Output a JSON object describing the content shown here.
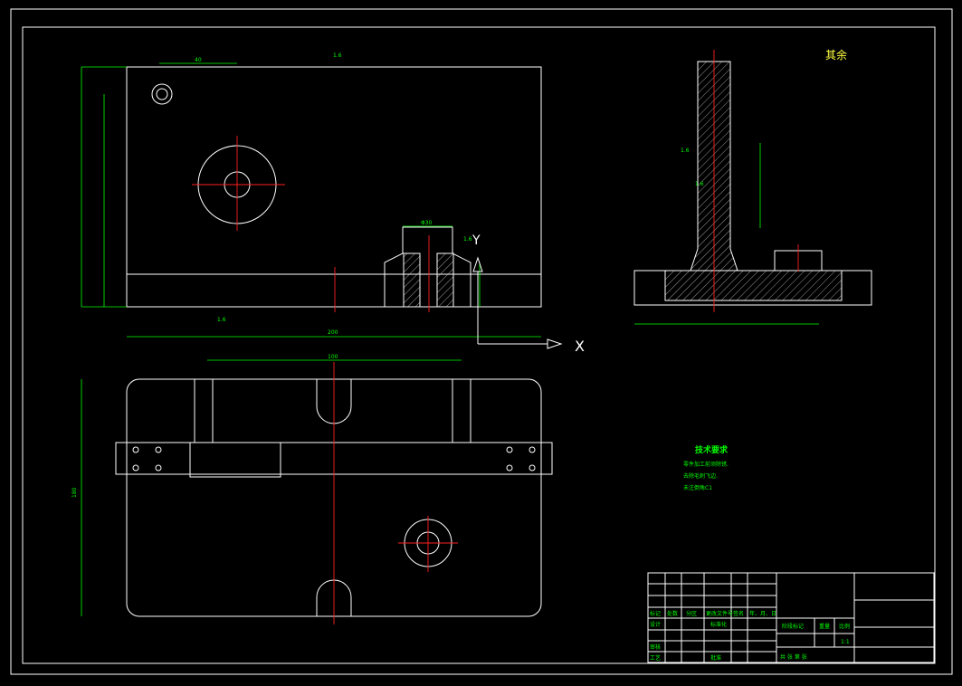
{
  "views": {
    "front": {
      "dims": {
        "top_offset": "40",
        "surface_roughness": "1.6",
        "bore_dia": "Φ30",
        "roughness_mid": "1.6",
        "bottom_roughness": "1.6",
        "total_width": "200"
      },
      "axis_x": "X",
      "axis_y": "Y"
    },
    "side": {
      "roughness_rest_label": "其余",
      "roughness_value": "1.6",
      "roughness_value_2": "1.6"
    },
    "top": {
      "dims": {
        "slot_spacing": "100",
        "left_width": "180"
      }
    }
  },
  "technical_requirements": {
    "title": "技术要求",
    "lines": [
      "零件加工前须除锈.",
      "去除毛刺飞边.",
      "未注倒角C1"
    ]
  },
  "title_block": {
    "row_headers": [
      "标记",
      "处数",
      "分区",
      "更改文件号",
      "签名",
      "年、月、日"
    ],
    "design_label": "设计",
    "standardization_label": "标准化",
    "stage_marking_label": "阶段标记",
    "weight_label": "重量",
    "scale_label": "比例",
    "scale_value": "1:1",
    "review_label": "审核",
    "process_label": "工艺",
    "approve_label": "批准",
    "sheets_text": "共    张    第    张"
  },
  "colors": {
    "outline": "#ffffff",
    "dimension": "#00ff00",
    "centerline": "#ff2020",
    "background": "#000000"
  }
}
